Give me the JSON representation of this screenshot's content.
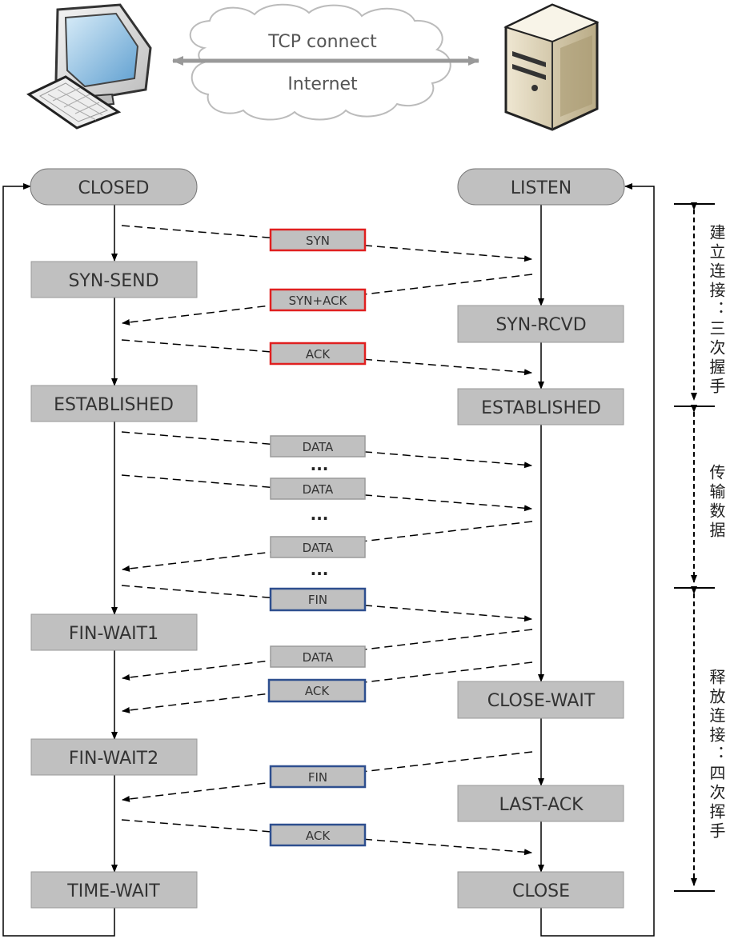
{
  "header": {
    "cloud_top": "TCP connect",
    "cloud_bottom": "Internet"
  },
  "client_states": {
    "closed": "CLOSED",
    "syn_send": "SYN-SEND",
    "established": "ESTABLISHED",
    "fin_wait1": "FIN-WAIT1",
    "fin_wait2": "FIN-WAIT2",
    "time_wait": "TIME-WAIT"
  },
  "server_states": {
    "listen": "LISTEN",
    "syn_rcvd": "SYN-RCVD",
    "established": "ESTABLISHED",
    "close_wait": "CLOSE-WAIT",
    "last_ack": "LAST-ACK",
    "close": "CLOSE"
  },
  "messages": {
    "syn": "SYN",
    "syn_ack": "SYN+ACK",
    "ack1": "ACK",
    "data1": "DATA",
    "dots1": "...",
    "data2": "DATA",
    "dots2": "...",
    "data3": "DATA",
    "dots3": "...",
    "fin1": "FIN",
    "data4": "DATA",
    "ack2": "ACK",
    "fin2": "FIN",
    "ack3": "ACK"
  },
  "phases": {
    "establish": "建立连接：三次握手",
    "transfer": "传输数据",
    "release": "释放连接：四次挥手"
  },
  "colors": {
    "handshake_border": "#e02020",
    "teardown_border": "#2e4f8f",
    "data_border": "#9a9a9a",
    "state_fill": "#c0c0c0"
  },
  "icons": {
    "client": "computer-icon",
    "server": "server-icon",
    "cloud": "cloud-icon"
  }
}
